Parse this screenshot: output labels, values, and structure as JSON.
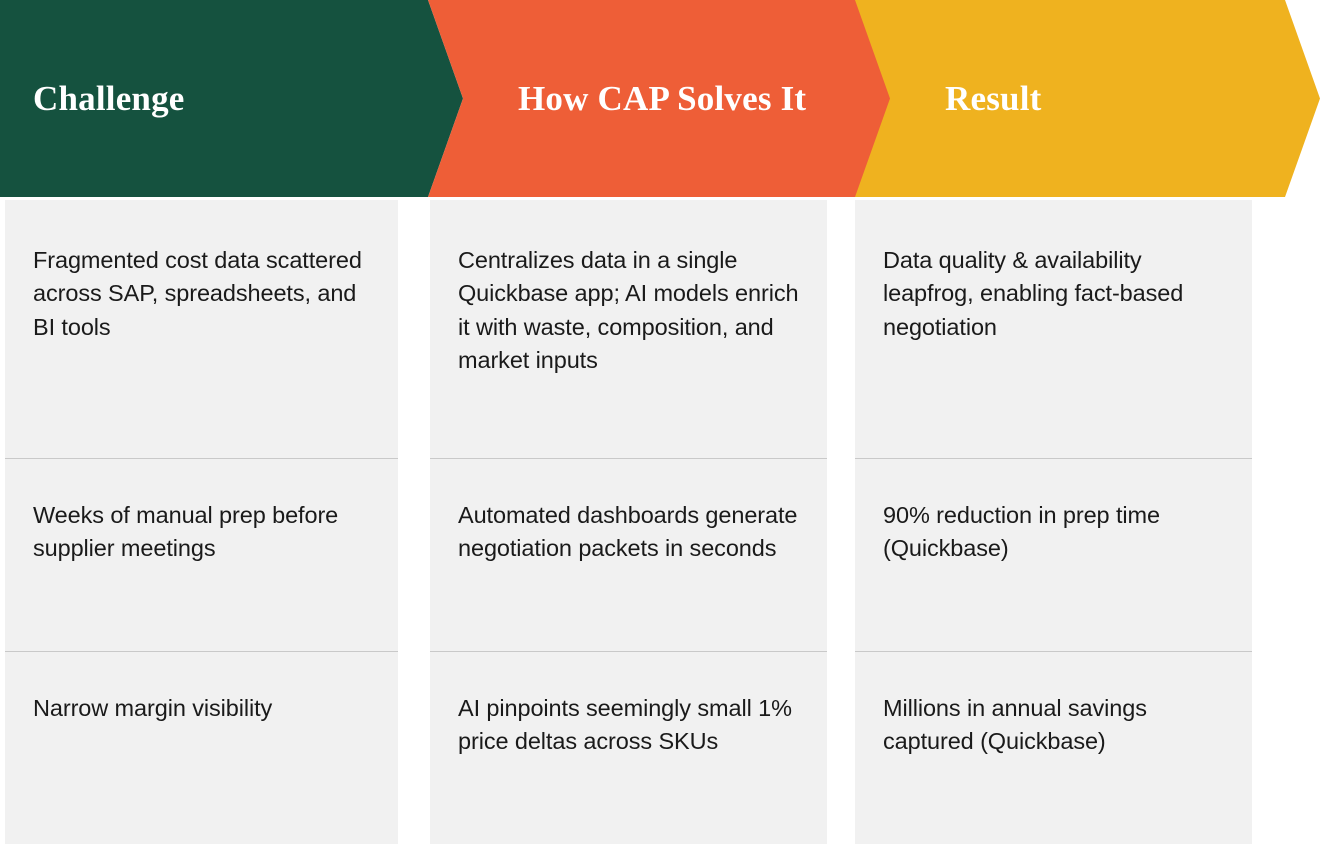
{
  "diagram": {
    "title": "Challenge / How CAP Solves It / Result",
    "type": "three-stage-chevron-process",
    "colors": {
      "stage_1": "#15523F",
      "stage_2": "#EE5E37",
      "stage_3": "#EFB21F",
      "card_background": "#F1F1F1",
      "divider": "#C9C9C9",
      "header_text": "#FFFFFF",
      "body_text": "#1A1A1A",
      "page_background": "#FFFFFF"
    },
    "headers": [
      {
        "label": "Challenge",
        "color": "#15523F"
      },
      {
        "label": "How CAP Solves It",
        "color": "#EE5E37"
      },
      {
        "label": "Result",
        "color": "#EFB21F"
      }
    ],
    "rows": [
      {
        "challenge": "Fragmented cost data scattered across SAP, spreadsheets, and BI tools",
        "solution": "Centralizes data in a single Quickbase app; AI models enrich it with waste, composition, and market inputs",
        "result": "Data quality & availability leapfrog, enabling fact-based negotiation"
      },
      {
        "challenge": "Weeks of manual prep before supplier meetings",
        "solution": "Automated dashboards generate negotiation packets in seconds",
        "result": "90% reduction in prep time (Quickbase)"
      },
      {
        "challenge": "Narrow margin visibility",
        "solution": "AI pinpoints seemingly small 1% price deltas across SKUs",
        "result": "Millions in annual savings captured (Quickbase)"
      }
    ]
  }
}
